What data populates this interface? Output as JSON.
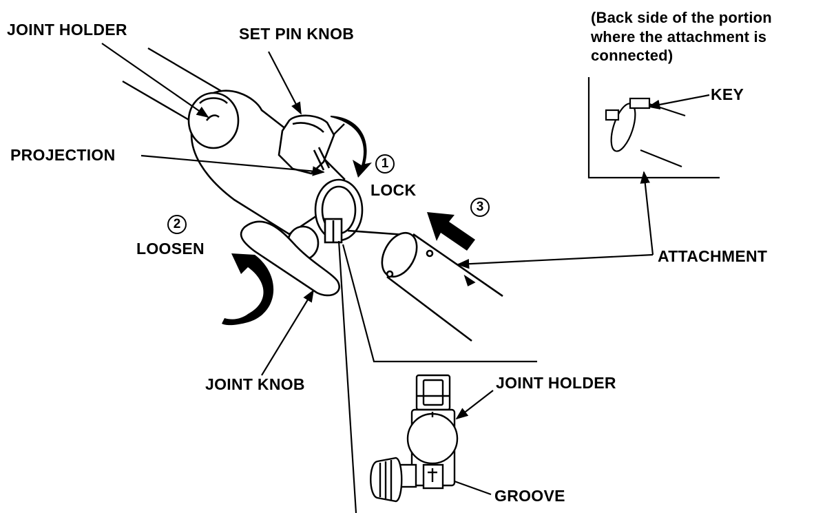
{
  "labels": {
    "joint_holder_top": "JOINT HOLDER",
    "set_pin_knob": "SET PIN KNOB",
    "projection": "PROJECTION",
    "lock": "LOCK",
    "loosen": "LOOSEN",
    "attachment": "ATTACHMENT",
    "key": "KEY",
    "joint_knob": "JOINT KNOB",
    "joint_holder_detail": "JOINT HOLDER",
    "groove": "GROOVE"
  },
  "steps": {
    "lock": "1",
    "loosen": "2",
    "insert": "3"
  },
  "note": {
    "line1": "(Back side of the portion",
    "line2": "where the attachment is",
    "line3": "connected)"
  }
}
